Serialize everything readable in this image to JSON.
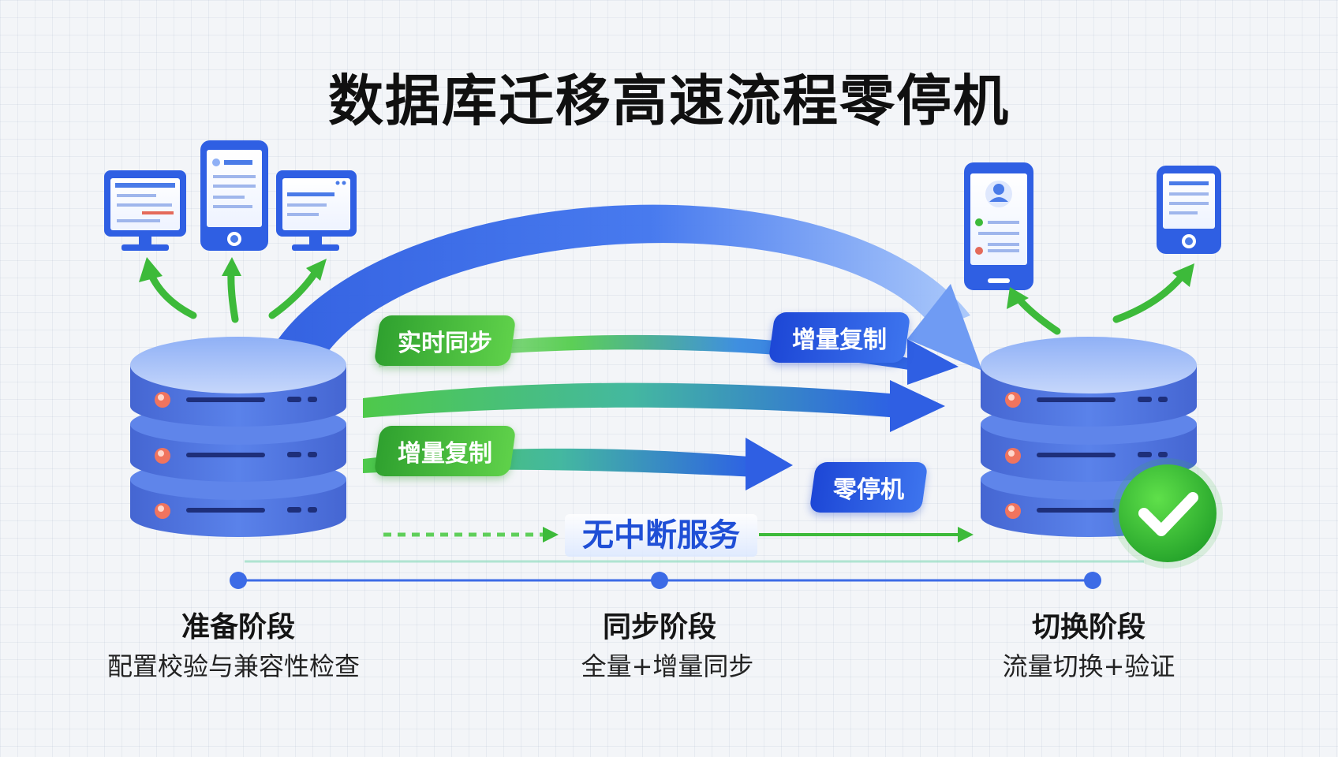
{
  "title": "数据库迁移高速流程零停机",
  "flow_labels": {
    "realtime_sync": "实时同步",
    "incremental_replication_top": "增量复制",
    "incremental_replication_left": "增量复制",
    "zero_downtime": "零停机",
    "uninterrupted_service": "无中断服务"
  },
  "stages": [
    {
      "title": "准备阶段",
      "desc": "配置校验与兼容性检查"
    },
    {
      "title": "同步阶段",
      "desc": "全量+增量同步"
    },
    {
      "title": "切换阶段",
      "desc": "流量切换+验证"
    }
  ],
  "icons": {
    "source_clients": [
      "desktop-monitor-icon",
      "mobile-phone-icon",
      "desktop-monitor-icon"
    ],
    "target_clients": [
      "mobile-user-profile-icon",
      "mobile-phone-icon"
    ],
    "databases": [
      "source-database-icon",
      "target-database-icon"
    ],
    "status": "success-check-icon"
  },
  "colors": {
    "primary_blue": "#2f5fe3",
    "accent_green": "#3dba3a",
    "database_blue": "#4f72dc",
    "title_text": "#101010"
  }
}
